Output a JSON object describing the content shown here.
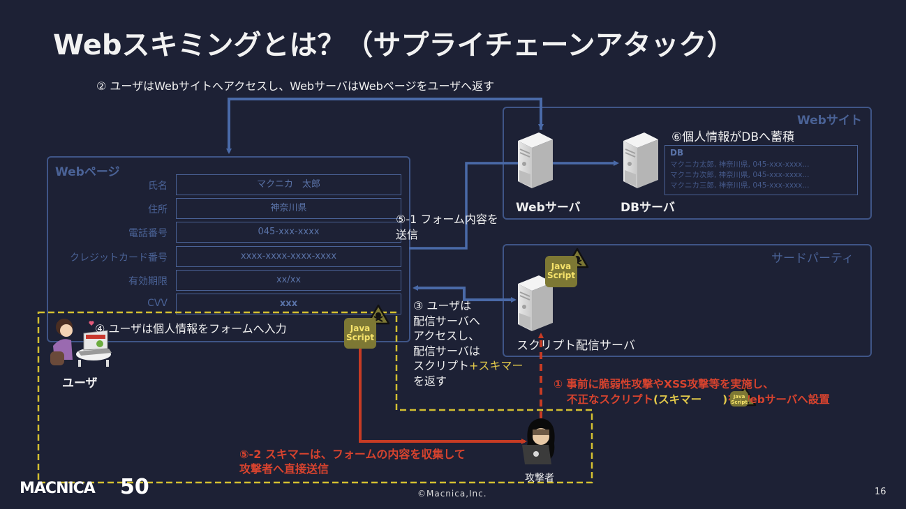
{
  "title": "Webスキミングとは？（サプライチェーンアタック）",
  "step2_caption": "② ユーザはWebサイトへアクセスし、WebサーバはWebページをユーザへ返す",
  "webpage": {
    "label": "Webページ",
    "fields": [
      {
        "label": "氏名",
        "value": "マクニカ　太郎"
      },
      {
        "label": "住所",
        "value": "神奈川県"
      },
      {
        "label": "電話番号",
        "value": "045-xxx-xxxx"
      },
      {
        "label": "クレジットカード番号",
        "value": "xxxx-xxxx-xxxx-xxxx"
      },
      {
        "label": "有効期限",
        "value": "xx/xx"
      },
      {
        "label": "CVV",
        "value": "xxx"
      }
    ]
  },
  "website": {
    "label": "Webサイト",
    "step6_caption": "⑥個人情報がDBへ蓄積",
    "web_server_label": "Webサーバ",
    "db_server_label": "DBサーバ",
    "db": {
      "title": "DB",
      "rows": [
        "マクニカ太郎, 神奈川県, 045-xxx-xxxx...",
        "マクニカ次郎, 神奈川県, 045-xxx-xxxx...",
        "マクニカ三郎, 神奈川県, 045-xxx-xxxx..."
      ]
    }
  },
  "third_party": {
    "label": "サードパーティ",
    "server_label": "スクリプト配信サーバ"
  },
  "js_badge": {
    "line1": "Java",
    "line2": "Script"
  },
  "step5_1_caption": [
    "⑤-1 フォーム内容を",
    "送信"
  ],
  "step3_caption": {
    "lines": [
      "③ ユーザは",
      "配信サーバへ",
      "アクセスし、",
      "配信サーバは"
    ],
    "line5_prefix": "スクリプト",
    "line5_highlight": "+スキマー",
    "line6": "を返す"
  },
  "step4_caption": "④ ユーザは個人情報をフォームへ入力",
  "user_label": "ユーザ",
  "attacker_label": "攻撃者",
  "step1_caption": {
    "line1": "① 事前に脆弱性攻撃やXSS攻撃等を実施し、",
    "line2_prefix": "不正なスクリプト",
    "line2_highlight": "(スキマー",
    "line2_highlight_end": ")",
    "line2_suffix": "をWebサーバへ設置"
  },
  "step5_2_caption": [
    "⑤-2 スキマーは、フォームの内容を収集して",
    "攻撃者へ直接送信"
  ],
  "footer": {
    "logo": "MACNICA",
    "anniversary": "50",
    "copyright": "©Macnica,Inc.",
    "page_number": "16"
  },
  "colors": {
    "background": "#1d2135",
    "box_border": "#3f5587",
    "arrow_blue": "#4a6aa8",
    "arrow_red": "#c63b24",
    "dashed_yellow": "#d4c030",
    "alert_red": "#d8432e",
    "highlight_yellow": "#e2c94a"
  }
}
